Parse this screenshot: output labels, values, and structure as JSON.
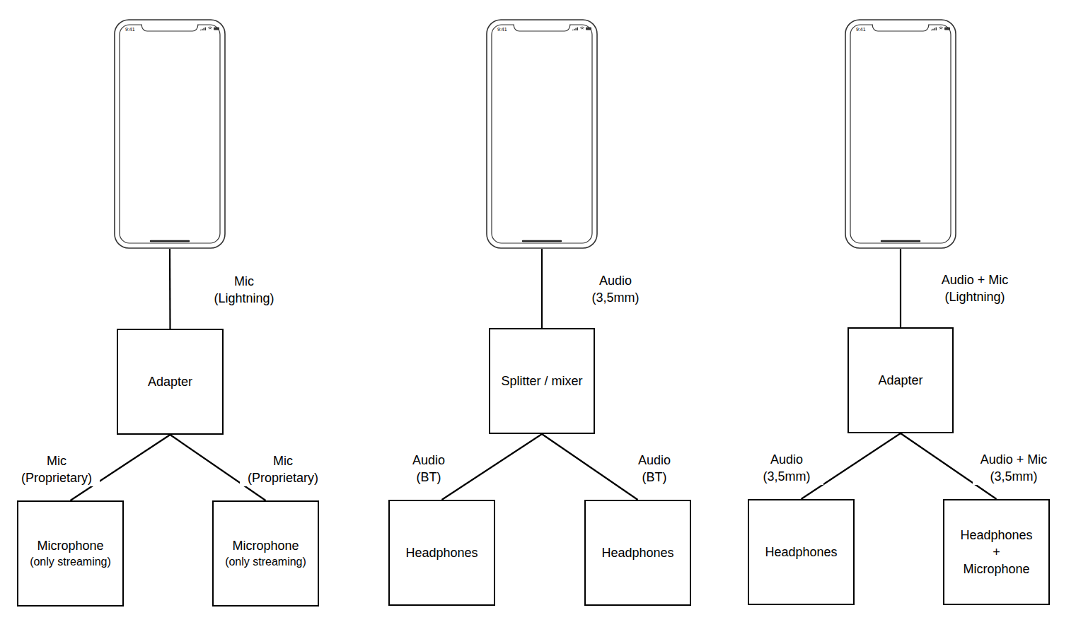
{
  "diagram": {
    "nodes": [
      {
        "text": [
          "9:41"
        ]
      },
      {
        "text": [
          "9:41"
        ]
      },
      {
        "text": [
          "9:41"
        ]
      },
      {
        "text": [
          "Adapter"
        ]
      },
      {
        "text": [
          "Splitter / mixer"
        ]
      },
      {
        "text": [
          "Adapter"
        ]
      },
      {
        "text": [
          "Microphone",
          "(only streaming)"
        ]
      },
      {
        "text": [
          "Microphone",
          "(only streaming)"
        ]
      },
      {
        "text": [
          "Headphones"
        ]
      },
      {
        "text": [
          "Headphones"
        ]
      },
      {
        "text": [
          "Headphones"
        ]
      },
      {
        "text": [
          "Headphones + Microphone"
        ]
      }
    ],
    "edges": [
      {
        "from": 0,
        "to": 3,
        "label": "Mic (Lightning)",
        "arrow": "none"
      },
      {
        "from": 1,
        "to": 4,
        "label": "Audio (3,5mm)",
        "arrow": "none"
      },
      {
        "from": 2,
        "to": 5,
        "label": "Audio + Mic (Lightning)",
        "arrow": "none"
      },
      {
        "from": 3,
        "to": 6,
        "label": "Mic (Proprietary)",
        "arrow": "none"
      },
      {
        "from": 3,
        "to": 7,
        "label": "Mic (Proprietary)",
        "arrow": "none"
      },
      {
        "from": 4,
        "to": 8,
        "label": "Audio (BT)",
        "arrow": "none"
      },
      {
        "from": 4,
        "to": 9,
        "label": "Audio (BT)",
        "arrow": "none"
      },
      {
        "from": 5,
        "to": 10,
        "label": "Audio (3,5mm)",
        "arrow": "none"
      },
      {
        "from": 5,
        "to": 11,
        "label": "Audio + Mic (3,5mm)",
        "arrow": "none"
      }
    ]
  }
}
